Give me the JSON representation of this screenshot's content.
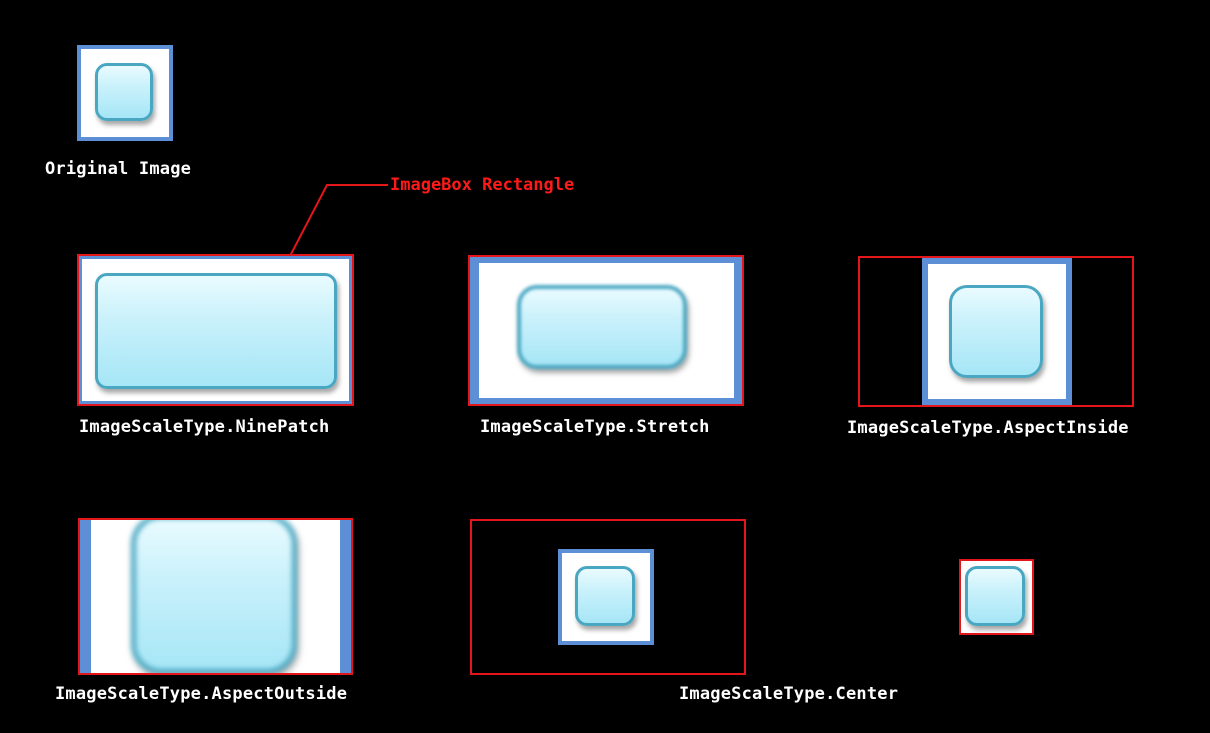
{
  "original": {
    "caption": "Original Image"
  },
  "callout": {
    "text": "ImageBox Rectangle",
    "color": "#e4161b"
  },
  "panels": {
    "ninepatch": {
      "caption": "ImageScaleType.NinePatch"
    },
    "stretch": {
      "caption": "ImageScaleType.Stretch"
    },
    "aspect_inside": {
      "caption": "ImageScaleType.AspectInside"
    },
    "aspect_outside": {
      "caption": "ImageScaleType.AspectOutside"
    },
    "center": {
      "caption": "ImageScaleType.Center"
    }
  },
  "colors": {
    "background": "#000000",
    "frame": "#5d8fd6",
    "button_border": "#4aa7c2",
    "imagebox": "#e4161b"
  }
}
